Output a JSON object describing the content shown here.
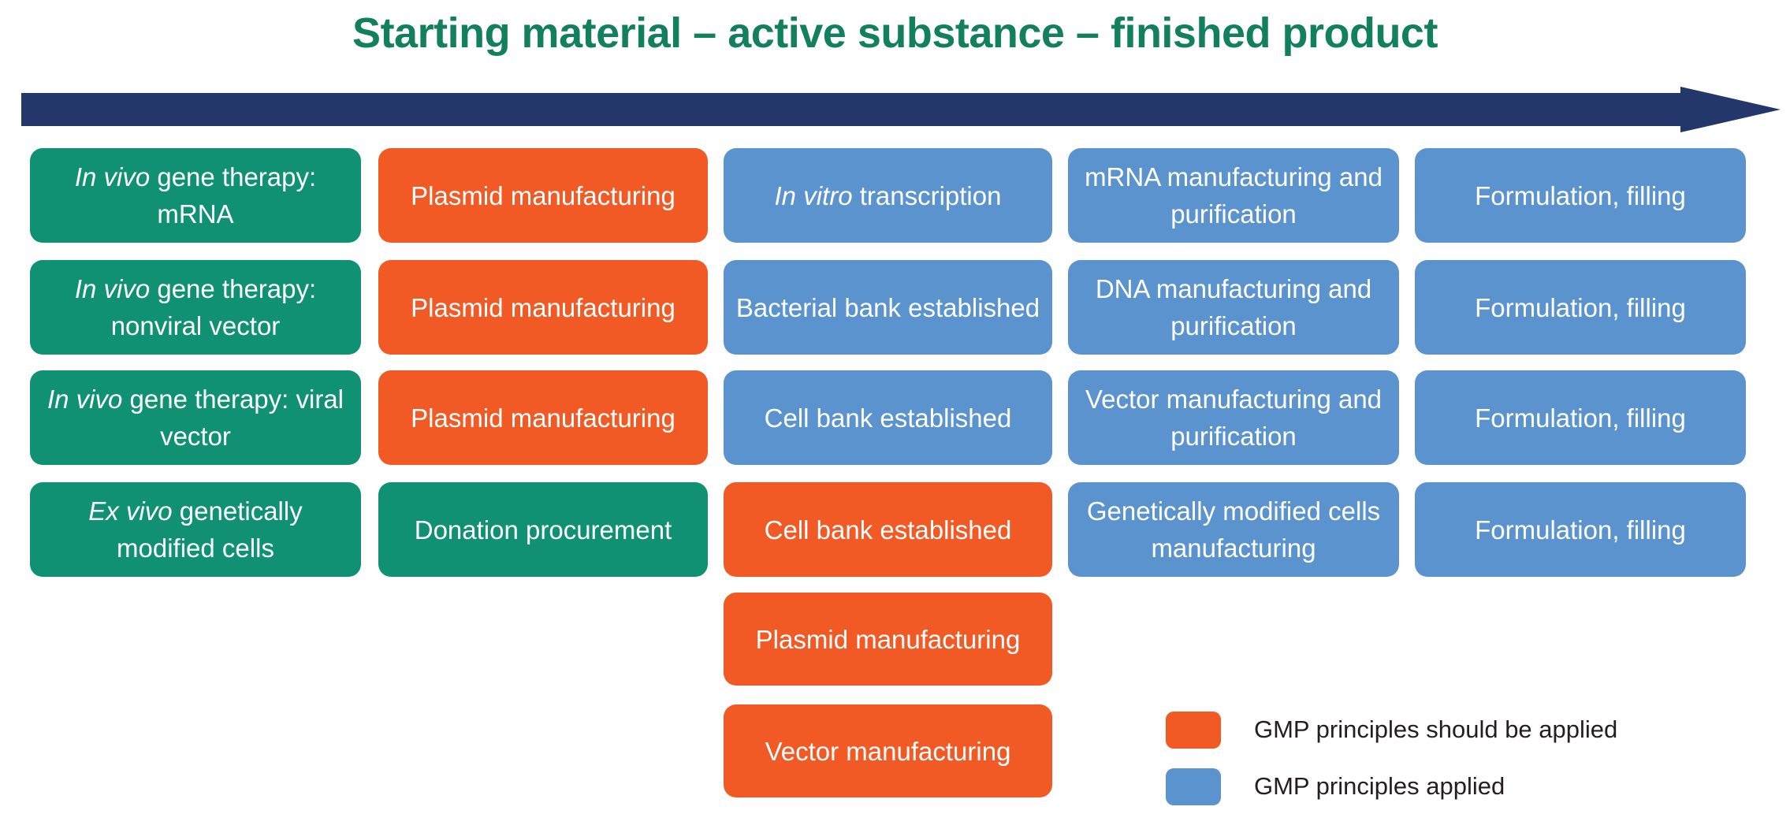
{
  "title": "Starting material – active substance – finished product",
  "colors": {
    "title": "#13805D",
    "arrow": "#24376B",
    "green": "#109174",
    "orange": "#F15A24",
    "blue": "#5B93CF",
    "text_on_box": "#FFFFFF",
    "legend_text": "#231F20",
    "background": "#FFFFFF"
  },
  "arrow": {
    "name": "process-direction-arrow",
    "direction": "left-to-right"
  },
  "rows": [
    {
      "id": "row-invivo-mrna",
      "cells": [
        {
          "id": "r1c1",
          "color": "green",
          "italic": "In vivo",
          "rest": " gene therapy: mRNA",
          "text": "In vivo gene therapy: mRNA"
        },
        {
          "id": "r1c2",
          "color": "orange",
          "italic": "",
          "rest": "Plasmid manufacturing",
          "text": "Plasmid manufacturing"
        },
        {
          "id": "r1c3",
          "color": "blue",
          "italic": "In vitro",
          "rest": " transcription",
          "text": "In vitro transcription"
        },
        {
          "id": "r1c4",
          "color": "blue",
          "italic": "",
          "rest": "mRNA manufacturing and purification",
          "text": "mRNA manufacturing and purification"
        },
        {
          "id": "r1c5",
          "color": "blue",
          "italic": "",
          "rest": "Formulation, filling",
          "text": "Formulation, filling"
        }
      ]
    },
    {
      "id": "row-invivo-nonviral",
      "cells": [
        {
          "id": "r2c1",
          "color": "green",
          "italic": "In vivo",
          "rest": " gene therapy: nonviral vector",
          "text": "In vivo gene therapy: nonviral vector"
        },
        {
          "id": "r2c2",
          "color": "orange",
          "italic": "",
          "rest": "Plasmid manufacturing",
          "text": "Plasmid manufacturing"
        },
        {
          "id": "r2c3",
          "color": "blue",
          "italic": "",
          "rest": "Bacterial bank established",
          "text": "Bacterial bank established"
        },
        {
          "id": "r2c4",
          "color": "blue",
          "italic": "",
          "rest": "DNA manufacturing and purification",
          "text": "DNA manufacturing and purification"
        },
        {
          "id": "r2c5",
          "color": "blue",
          "italic": "",
          "rest": "Formulation, filling",
          "text": "Formulation, filling"
        }
      ]
    },
    {
      "id": "row-invivo-viral",
      "cells": [
        {
          "id": "r3c1",
          "color": "green",
          "italic": "In vivo",
          "rest": " gene therapy: viral vector",
          "text": "In vivo gene therapy: viral vector"
        },
        {
          "id": "r3c2",
          "color": "orange",
          "italic": "",
          "rest": "Plasmid manufacturing",
          "text": "Plasmid manufacturing"
        },
        {
          "id": "r3c3",
          "color": "blue",
          "italic": "",
          "rest": "Cell bank established",
          "text": "Cell bank established"
        },
        {
          "id": "r3c4",
          "color": "blue",
          "italic": "",
          "rest": "Vector manufacturing and purification",
          "text": "Vector manufacturing and purification"
        },
        {
          "id": "r3c5",
          "color": "blue",
          "italic": "",
          "rest": "Formulation, filling",
          "text": "Formulation, filling"
        }
      ]
    },
    {
      "id": "row-exvivo-gmc",
      "cells": [
        {
          "id": "r4c1",
          "color": "green",
          "italic": "Ex vivo",
          "rest": " genetically modified cells",
          "text": "Ex vivo genetically modified cells"
        },
        {
          "id": "r4c2",
          "color": "green",
          "italic": "",
          "rest": "Donation procurement",
          "text": "Donation procurement"
        },
        {
          "id": "r4c3",
          "color": "orange",
          "italic": "",
          "rest": "Cell bank established",
          "text": "Cell bank established"
        },
        {
          "id": "r4c4",
          "color": "blue",
          "italic": "",
          "rest": "Genetically modified cells manufacturing",
          "text": "Genetically modified cells manufacturing"
        },
        {
          "id": "r4c5",
          "color": "blue",
          "italic": "",
          "rest": "Formulation, filling",
          "text": "Formulation, filling"
        }
      ]
    },
    {
      "id": "row-extra-plasmid",
      "cells": [
        {
          "id": "r5c3",
          "color": "orange",
          "italic": "",
          "rest": "Plasmid manufacturing",
          "text": "Plasmid manufacturing"
        }
      ]
    },
    {
      "id": "row-extra-vector",
      "cells": [
        {
          "id": "r6c3",
          "color": "orange",
          "italic": "",
          "rest": "Vector manufacturing",
          "text": "Vector manufacturing"
        }
      ]
    }
  ],
  "legend": {
    "items": [
      {
        "color": "orange",
        "label": "GMP principles should be applied"
      },
      {
        "color": "blue",
        "label": "GMP principles applied"
      }
    ]
  }
}
